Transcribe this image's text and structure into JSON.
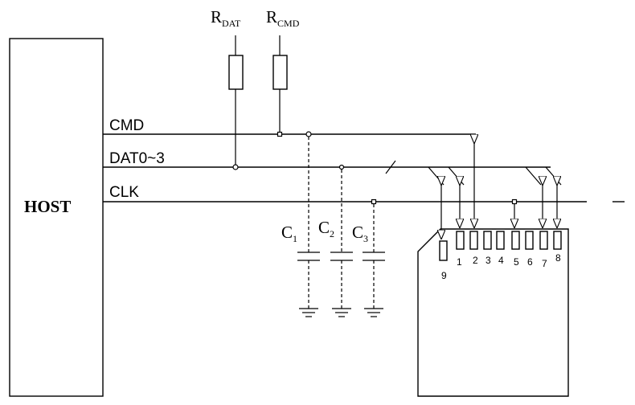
{
  "host": {
    "label": "HOST"
  },
  "signals": {
    "cmd": "CMD",
    "dat": "DAT0~3",
    "clk": "CLK"
  },
  "resistors": [
    {
      "main": "R",
      "sub": "DAT"
    },
    {
      "main": "R",
      "sub": "CMD"
    }
  ],
  "capacitors": [
    {
      "main": "C",
      "sub": "1"
    },
    {
      "main": "C",
      "sub": "2"
    },
    {
      "main": "C",
      "sub": "3"
    }
  ],
  "card_pins": [
    "1",
    "2",
    "3",
    "4",
    "5",
    "6",
    "7",
    "8",
    "9"
  ]
}
